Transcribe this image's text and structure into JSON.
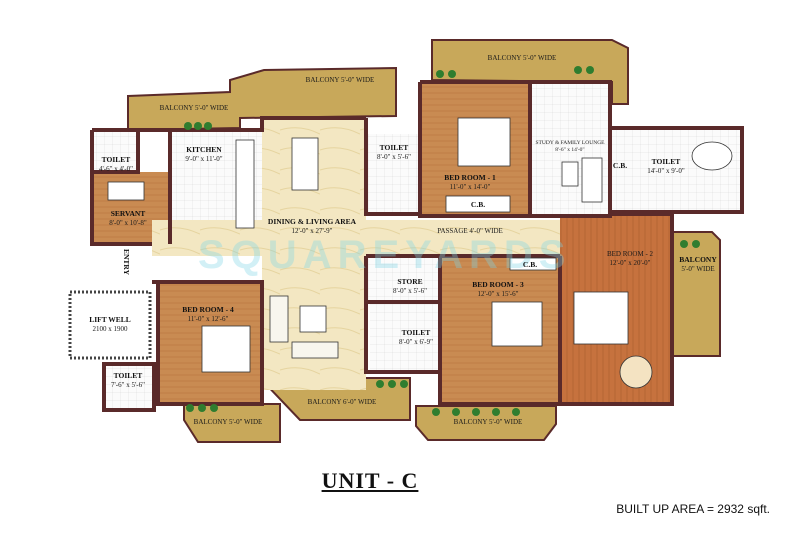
{
  "title": "UNIT - C",
  "built_up_area": "BUILT UP  AREA  = 2932 sqft.",
  "watermark": "SQUAREYARDS",
  "rooms": {
    "balcony_top_left": "BALCONY 5'-0\" WIDE",
    "balcony_top_mid": "BALCONY 5'-0\" WIDE",
    "balcony_top_right": "BALCONY 5'-0\" WIDE",
    "toilet_servant": "TOILET",
    "toilet_servant_dim": "4'-6\" x 4'-0\"",
    "servant": "SERVANT",
    "servant_dim": "8'-0\" x 10'-8\"",
    "kitchen": "KITCHEN",
    "kitchen_dim": "9'-0\" x 11'-0\"",
    "dining": "DINING & LIVING AREA",
    "dining_dim": "12'-0\" x 27'-9\"",
    "toilet_1": "TOILET",
    "toilet_1_dim": "8'-0\" x 5'-6\"",
    "bed_1": "BED ROOM - 1",
    "bed_1_dim": "11'-0\" x 14'-0\"",
    "cb_1": "C.B.",
    "study": "STUDY & FAMILY LOUNGE",
    "study_dim": "8'-6\" x 14'-0\"",
    "cb_2": "C.B.",
    "toilet_2": "TOILET",
    "toilet_2_dim": "14'-0\" x 9'-0\"",
    "passage": "PASSAGE 4'-0\" WIDE",
    "entry": "ENTRY",
    "cb_3": "C.B.",
    "bed_2": "BED ROOM - 2",
    "bed_2_dim": "12'-0\" x 20'-0\"",
    "balcony_right": "BALCONY",
    "balcony_right_dim": "5'-0\" WIDE",
    "store": "STORE",
    "store_dim": "8'-0\" x 5'-6\"",
    "bed_3": "BED ROOM - 3",
    "bed_3_dim": "12'-0\" x 15'-6\"",
    "toilet_3": "TOILET",
    "toilet_3_dim": "8'-0\" x 6'-9\"",
    "lift": "LIFT WELL",
    "lift_dim": "2100 x 1900",
    "bed_4": "BED ROOM - 4",
    "bed_4_dim": "11'-0\" x 12'-6\"",
    "toilet_4": "TOILET",
    "toilet_4_dim": "7'-6\" x 5'-6\"",
    "balcony_bottom_left": "BALCONY 5'-0\" WIDE",
    "balcony_bottom_mid": "BALCONY 6'-0\" WIDE",
    "balcony_bottom_right": "BALCONY 5'-0\" WIDE"
  },
  "colors": {
    "balcony": "#c8a85a",
    "floor_marble": "#f3e7c2",
    "floor_wood": "#c98b52",
    "floor_wood_dark": "#b8743f",
    "wall": "#5a2a2a",
    "tile": "#ffffff",
    "plant": "#2f7d2f"
  }
}
